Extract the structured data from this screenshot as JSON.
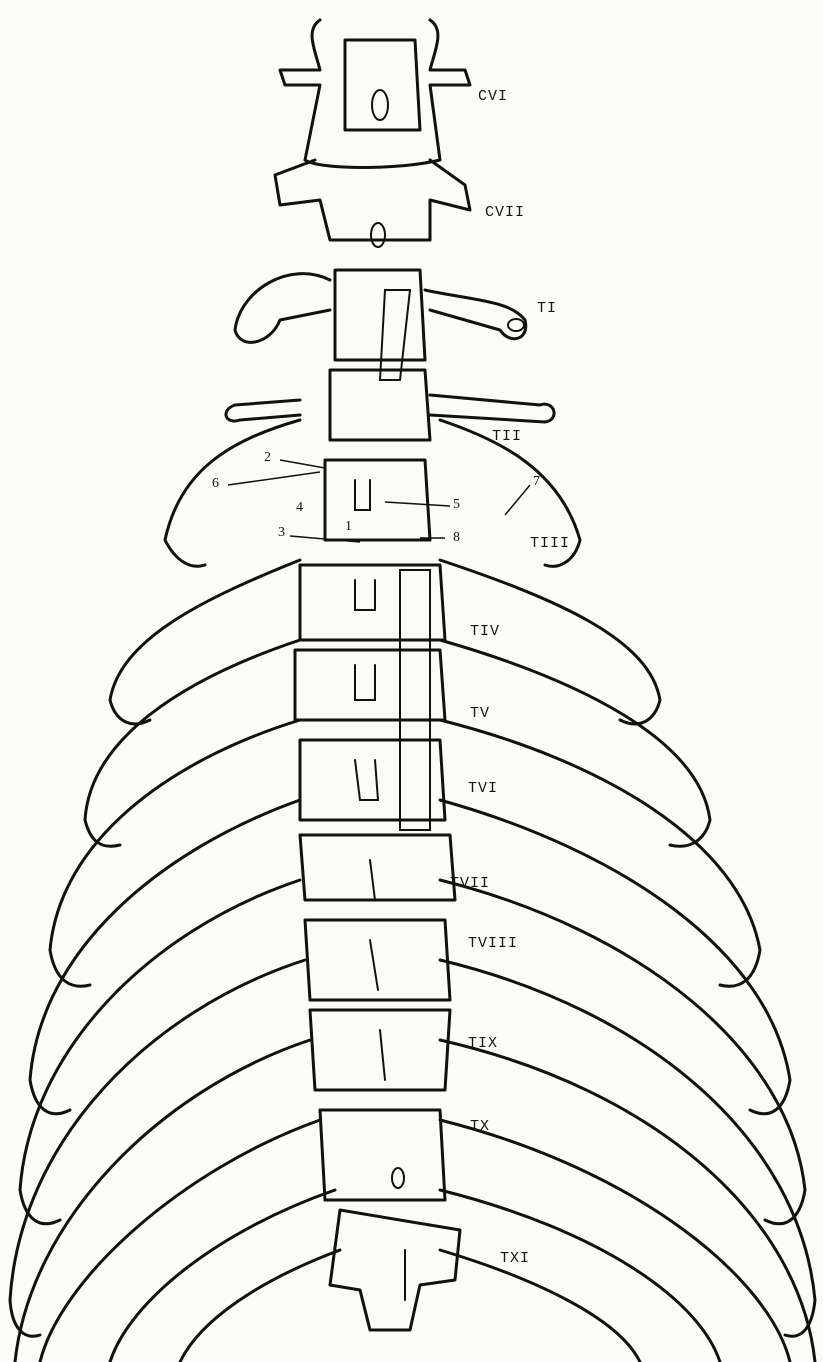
{
  "vertebra_labels": [
    "CVI",
    "CVII",
    "TI",
    "TII",
    "TIII",
    "TIV",
    "TV",
    "TVI",
    "TVII",
    "TVIII",
    "TIX",
    "TX",
    "TXI"
  ],
  "callout_numbers": [
    "1",
    "2",
    "3",
    "4",
    "5",
    "6",
    "7",
    "8"
  ],
  "colors": {
    "ink": "#111111",
    "paper": "#fbfbf8"
  }
}
